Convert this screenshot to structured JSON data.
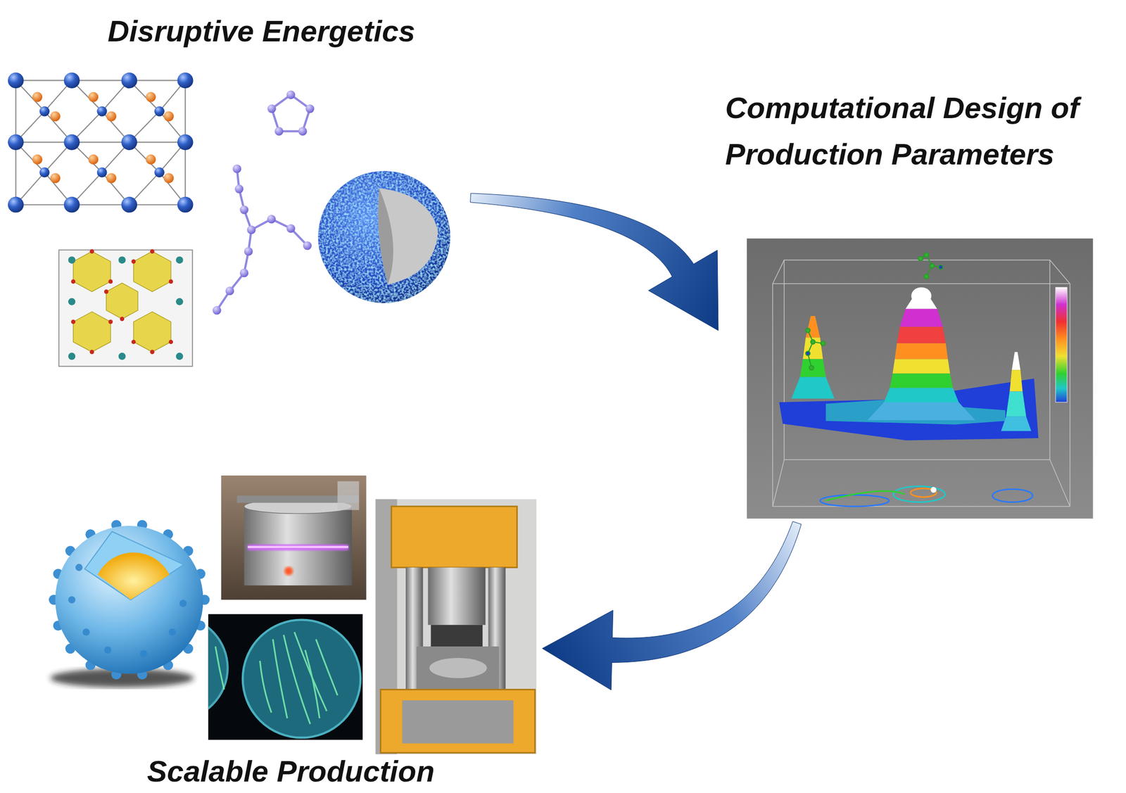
{
  "diagram": {
    "nodes": [
      {
        "text": [
          "Disruptive Energetics"
        ]
      },
      {
        "text": [
          "Computational Design of Production Parameters"
        ]
      },
      {
        "text": [
          "Scalable Production"
        ]
      }
    ],
    "edges": [
      {
        "from": 0,
        "to": 1,
        "arrow": "to"
      },
      {
        "from": 1,
        "to": 2,
        "arrow": "to"
      }
    ]
  }
}
